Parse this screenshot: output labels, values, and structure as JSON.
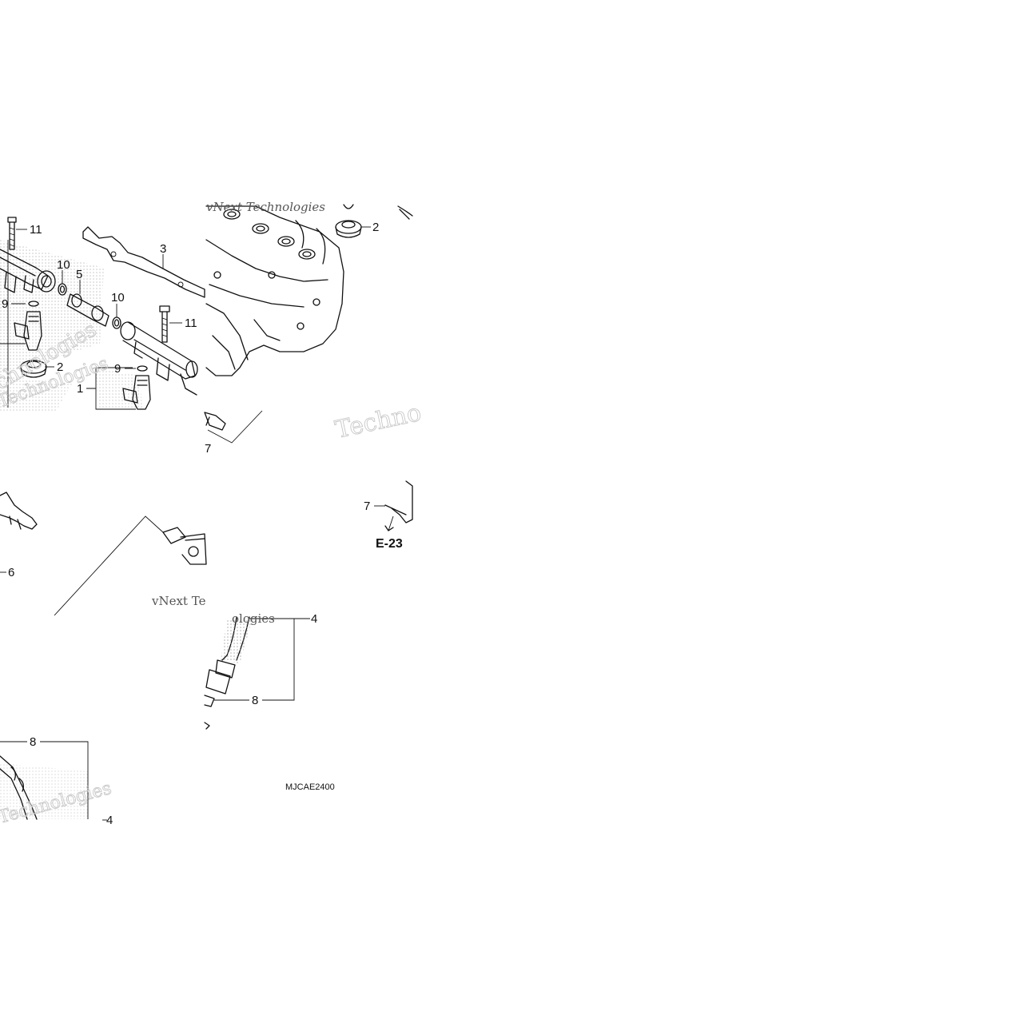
{
  "diagram": {
    "code": "MJCAE2400",
    "reference": "E-23",
    "callouts": {
      "c11a": "11",
      "c10a": "10",
      "c5": "5",
      "c3": "3",
      "c10b": "10",
      "c9a": "9",
      "c11b": "11",
      "c2a": "2",
      "c9b": "9",
      "c1": "1",
      "c2b": "2",
      "c7a": "7",
      "c7b": "7",
      "c6": "6",
      "c4": "4",
      "c8a": "8",
      "c8b": "8",
      "c4b": "4"
    },
    "watermarks": {
      "w1": "vNext Technologies",
      "w2": "Techno",
      "w3": "vNext Te",
      "w4": "Technologies",
      "w5": "Technologies",
      "w6": "ologies",
      "w7": "chnologies"
    }
  }
}
